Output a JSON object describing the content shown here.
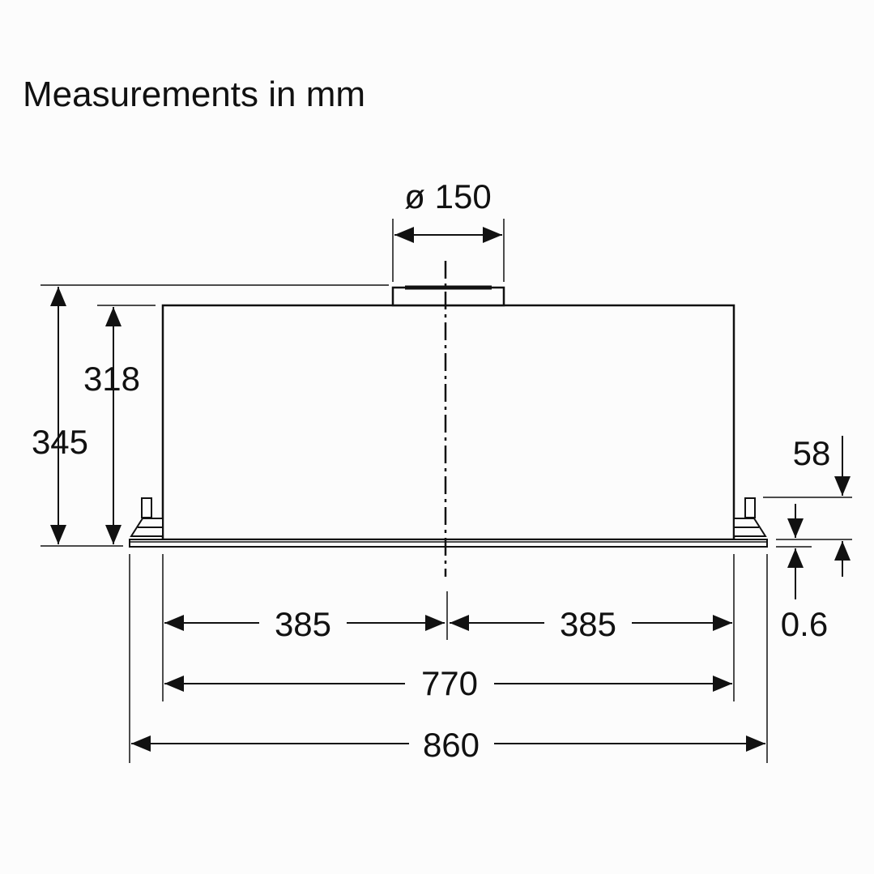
{
  "title": "Measurements in mm",
  "dimensions": {
    "duct_diameter": "ø 150",
    "total_height": "345",
    "body_height": "318",
    "left_half_width": "385",
    "right_half_width": "385",
    "body_width": "770",
    "total_width": "860",
    "flange_height": "58",
    "frame_thickness": "0.6"
  },
  "colors": {
    "line": "#111111",
    "background": "#fcfcfc"
  }
}
